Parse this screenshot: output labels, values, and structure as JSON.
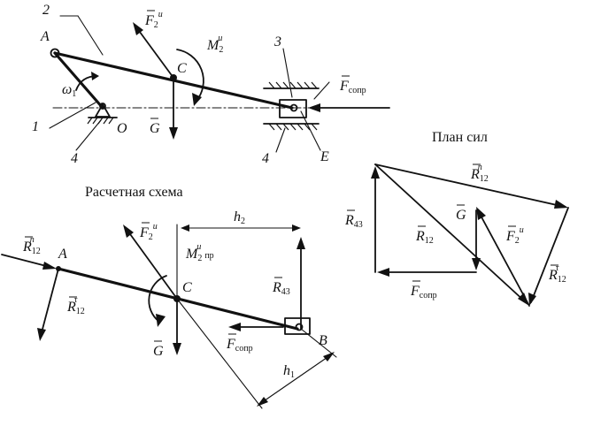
{
  "titles": {
    "calc_scheme": "Расчетная схема",
    "force_plan": "План сил"
  },
  "mechanism": {
    "point_A": "A",
    "point_C": "C",
    "point_O": "O",
    "point_E": "E",
    "omega": "ω",
    "omega_sub": "1",
    "num_1": "1",
    "num_2": "2",
    "num_3": "3",
    "num_4a": "4",
    "num_4b": "4",
    "force_F2": "F",
    "force_F2_sub": "2",
    "force_F2_sup": "и",
    "moment_M2": "M",
    "moment_M2_sub": "2",
    "moment_M2_sup": "и",
    "force_G": "G",
    "force_Fsopr": "F",
    "force_Fsopr_sub": "сопр"
  },
  "calc": {
    "point_A": "A",
    "point_C": "C",
    "point_B": "B",
    "R12n": "R",
    "R12n_sub": "12",
    "R12n_sup": "n",
    "R12t": "R",
    "R12t_sub": "12",
    "R12t_sup": "τ",
    "F2": "F",
    "F2_sub": "2",
    "F2_sup": "и",
    "M2pr": "M",
    "M2pr_sub": "2",
    "M2pr_sup": "и",
    "M2pr_extra": "пр",
    "R43": "R",
    "R43_sub": "43",
    "G": "G",
    "Fsopr": "F",
    "Fsopr_sub": "сопр",
    "h2": "h",
    "h2_sub": "2",
    "h1": "h",
    "h1_sub": "1"
  },
  "plan": {
    "R12n": "R",
    "R12n_sub": "12",
    "R12n_sup": "n",
    "R43": "R",
    "R43_sub": "43",
    "R12": "R",
    "R12_sub": "12",
    "G": "G",
    "F2": "F",
    "F2_sub": "2",
    "F2_sup": "и",
    "Fsopr": "F",
    "Fsopr_sub": "сопр",
    "R12t": "R",
    "R12t_sub": "12",
    "R12t_sup": "τ"
  }
}
